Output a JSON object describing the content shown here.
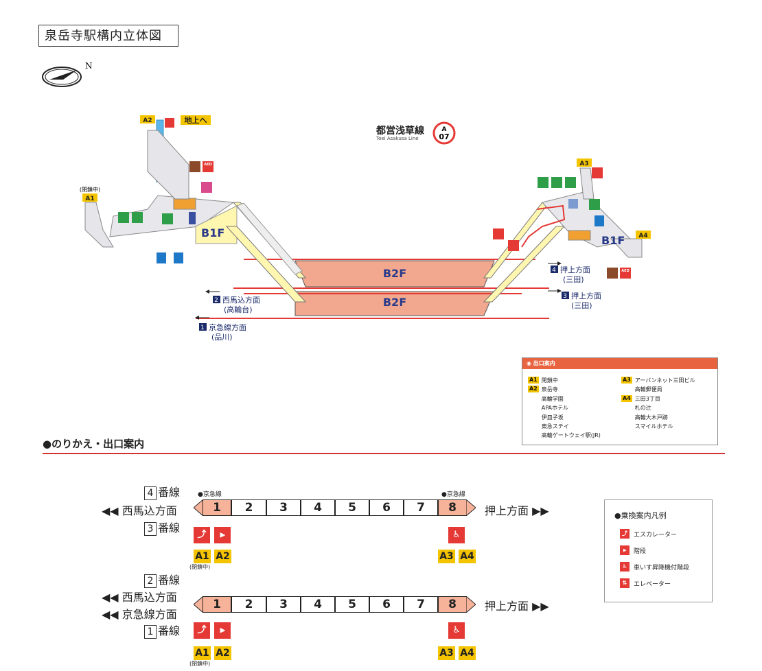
{
  "title": "泉岳寺駅構内立体図",
  "compass_label": "N",
  "line": {
    "name": "都営浅草線",
    "name_en": "Toei Asakusa Line",
    "badge_letter": "A",
    "badge_num": "07",
    "color": "#e53935"
  },
  "diagram": {
    "floor_b1_left": "B1F",
    "floor_b1_right": "B1F",
    "floor_b2_upper": "B2F",
    "floor_b2_lower": "B2F",
    "exit_a1": "A1",
    "exit_a1_note": "(閉鎖中)",
    "exit_a2": "A2",
    "exit_a2_label": "地上へ",
    "exit_a3": "A3",
    "exit_a4": "A4",
    "aed": "AED",
    "dir_4": "押上方面",
    "dir_4_num": "4",
    "dir_4_sub": "(三田)",
    "dir_3": "押上方面",
    "dir_3_num": "3",
    "dir_3_sub": "(三田)",
    "dir_2": "西馬込方面",
    "dir_2_num": "2",
    "dir_2_sub": "(高輪台)",
    "dir_1": "京急線方面",
    "dir_1_num": "1",
    "dir_1_sub": "(品川)"
  },
  "exit_guide": {
    "header": "出口案内",
    "left": [
      {
        "tag": "A1",
        "text": "閉鎖中"
      },
      {
        "tag": "A2",
        "text": "泉岳寺"
      },
      {
        "tag": "",
        "text": "高輪学園"
      },
      {
        "tag": "",
        "text": "APAホテル"
      },
      {
        "tag": "",
        "text": "伊皿子坂"
      },
      {
        "tag": "",
        "text": "東急ステイ"
      },
      {
        "tag": "",
        "text": "高輪ゲートウェイ駅(JR)"
      }
    ],
    "right": [
      {
        "tag": "A3",
        "text": "アーバンネット三田ビル"
      },
      {
        "tag": "",
        "text": "高輪郵便局"
      },
      {
        "tag": "A4",
        "text": "三田3丁目"
      },
      {
        "tag": "",
        "text": "札の辻"
      },
      {
        "tag": "",
        "text": "高輪大木戸跡"
      },
      {
        "tag": "",
        "text": "スマイルホテル"
      }
    ]
  },
  "section_title": "●のりかえ・出口案内",
  "platform_upper": {
    "track_top_num": "4",
    "track_top": "番線",
    "left_dir": "西馬込方面",
    "track_bottom_num": "3",
    "track_bottom": "番線",
    "right_dir": "押上方面",
    "note_left": "●京急線",
    "note_right": "●京急線",
    "cars": [
      "1",
      "2",
      "3",
      "4",
      "5",
      "6",
      "7",
      "8"
    ],
    "exits_left": [
      "A1",
      "A2"
    ],
    "exits_left_note": "(閉鎖中)",
    "exits_right": [
      "A3",
      "A4"
    ]
  },
  "platform_lower": {
    "track_top_num": "2",
    "track_top": "番線",
    "left_dir1": "西馬込方面",
    "left_dir2": "京急線方面",
    "track_bottom_num": "1",
    "track_bottom": "番線",
    "right_dir": "押上方面",
    "cars": [
      "1",
      "2",
      "3",
      "4",
      "5",
      "6",
      "7",
      "8"
    ],
    "exits_left": [
      "A1",
      "A2"
    ],
    "exits_left_note": "(閉鎖中)",
    "exits_right": [
      "A3",
      "A4"
    ]
  },
  "legend": {
    "header": "●乗換案内凡例",
    "items": [
      {
        "icon": "escalator-icon",
        "label": "エスカレーター"
      },
      {
        "icon": "stairs-icon",
        "label": "階段"
      },
      {
        "icon": "wheelchair-stairs-icon",
        "label": "車いす昇降機付階段"
      },
      {
        "icon": "elevator-icon",
        "label": "エレベーター"
      }
    ]
  }
}
